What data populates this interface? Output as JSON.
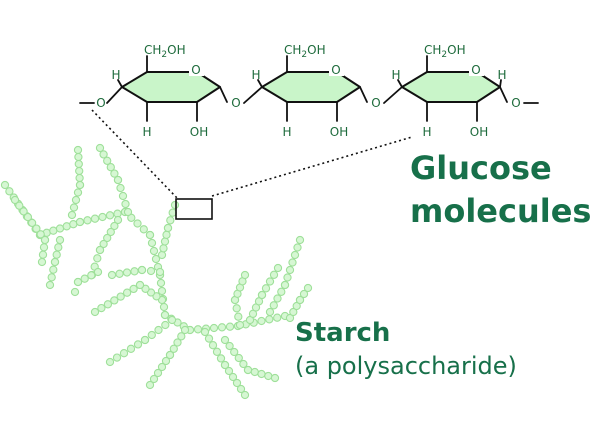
{
  "colors": {
    "ring_fill": "#c9f5c9",
    "ring_stroke": "#111111",
    "atom_text": "#1e6b3c",
    "label_text": "#17704a",
    "starch_bead": "#d6f7d3",
    "starch_bead_stroke": "#9fe09a"
  },
  "glucose_chain": {
    "units": [
      {
        "ring_oxygen": "O",
        "ch2oh": "CH",
        "ch2oh_sub": "2",
        "ch2oh_tail": "OH",
        "h_top_left": "H",
        "h_bottom_left": "H",
        "oh_bottom": "OH"
      },
      {
        "ring_oxygen": "O",
        "ch2oh": "CH",
        "ch2oh_sub": "2",
        "ch2oh_tail": "OH",
        "h_top_left": "H",
        "h_bottom_left": "H",
        "oh_bottom": "OH"
      },
      {
        "ring_oxygen": "O",
        "ch2oh": "CH",
        "ch2oh_sub": "2",
        "ch2oh_tail": "OH",
        "h_top_left": "H",
        "h_bottom_left": "H",
        "oh_bottom": "OH",
        "h_top_right": "H"
      }
    ],
    "linkage_oxygens": [
      "O",
      "O",
      "O",
      "O"
    ]
  },
  "labels": {
    "glucose_line1": "Glucose",
    "glucose_line2": "molecules",
    "starch_title": "Starch",
    "starch_subtitle": "(a polysaccharide)"
  }
}
